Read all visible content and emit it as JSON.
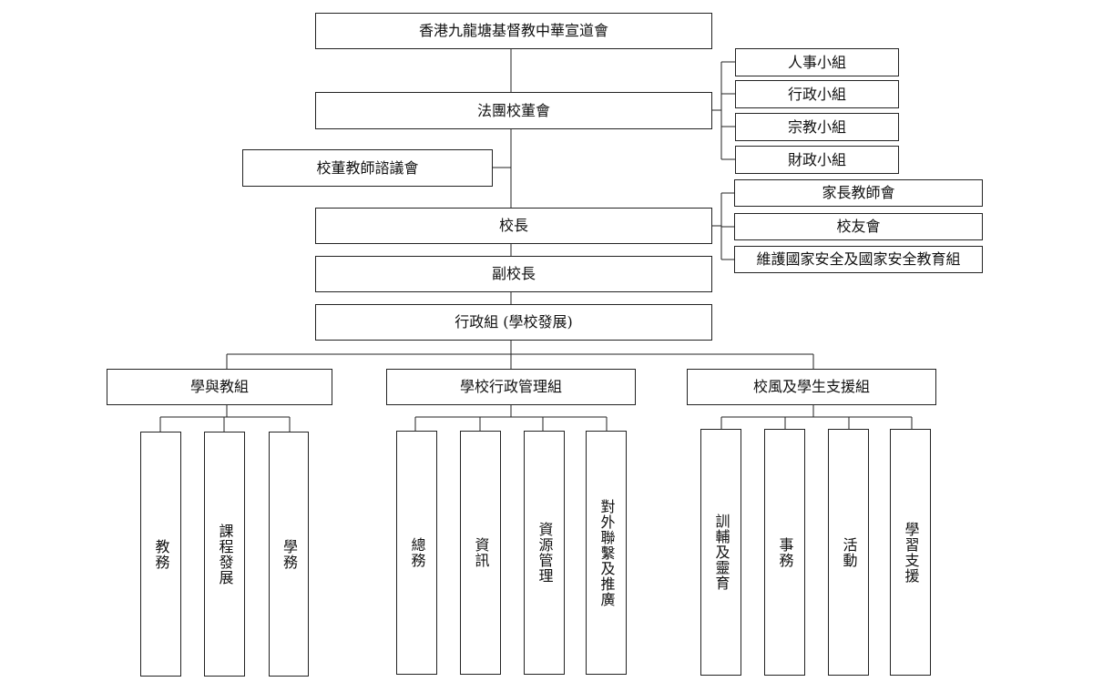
{
  "org": {
    "church": "香港九龍塘基督教中華宣道會",
    "board": "法團校董會",
    "board_groups": [
      "人事小組",
      "行政小組",
      "宗教小組",
      "財政小組"
    ],
    "council": "校董教師諮議會",
    "principal": "校長",
    "principal_links": [
      "家長教師會",
      "校友會",
      "維護國家安全及國家安全教育組"
    ],
    "vice_principal": "副校長",
    "admin_group": "行政組 (學校發展)",
    "departments": [
      {
        "name": "學與教組",
        "units": [
          "教務",
          "課程發展",
          "學務"
        ]
      },
      {
        "name": "學校行政管理組",
        "units": [
          "總務",
          "資訊",
          "資源管理",
          "對外聯繫及推廣"
        ]
      },
      {
        "name": "校風及學生支援組",
        "units": [
          "訓輔及靈育",
          "事務",
          "活動",
          "學習支援"
        ]
      }
    ]
  }
}
